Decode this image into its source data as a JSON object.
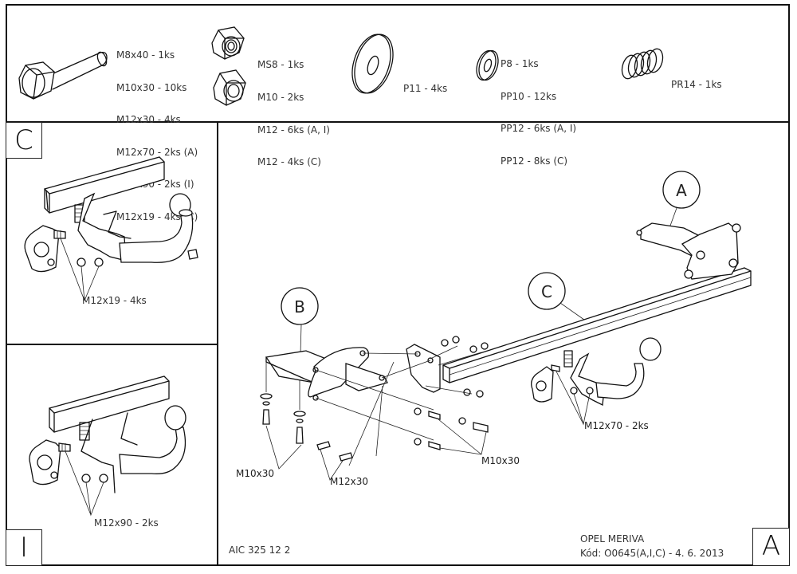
{
  "parts_strip": {
    "bolts": {
      "icon": "hex-bolt-icon",
      "items": [
        "M8x40 - 1ks",
        "M10x30 - 10ks",
        "M12x30 - 4ks",
        "M12x70 - 2ks (A)",
        "M12x90 - 2ks (I)",
        "M12x19 - 4ks (C)"
      ]
    },
    "lock_nut": {
      "icon": "lock-nut-icon",
      "items": [
        "MS8 - 1ks"
      ]
    },
    "hex_nuts": {
      "icon": "hex-nut-icon",
      "items": [
        "M10 - 2ks",
        "M12 - 6ks (A, I)",
        "M12 - 4ks (C)"
      ]
    },
    "large_washer": {
      "icon": "large-washer-icon",
      "items": [
        "P11 - 4ks"
      ]
    },
    "washers": {
      "icon": "washer-icon",
      "items": [
        "P8 - 1ks",
        "PP10 - 12ks",
        "PP12 - 6ks (A, I)",
        "PP12 - 8ks (C)"
      ]
    },
    "spring": {
      "icon": "spring-washer-icon",
      "items": [
        "PR14 - 1ks"
      ]
    }
  },
  "variant_c": {
    "corner_label": "C",
    "callout": "M12x19 - 4ks"
  },
  "variant_i": {
    "corner_label": "I",
    "callout": "M12x90 - 2ks"
  },
  "main_view": {
    "balloons": {
      "a": "A",
      "b": "B",
      "c": "C"
    },
    "callouts": {
      "left_bolts": "M10x30",
      "middle_bolts": "M12x30",
      "right_bolts": "M10x30",
      "hitch_bolts": "M12x70 - 2ks"
    },
    "corner_label": "A"
  },
  "title_block": {
    "drawing_number": "AIC 325 12 2",
    "vehicle": "OPEL MERIVA",
    "code_line": "Kód: O0645(A,I,C) - 4. 6. 2013"
  }
}
